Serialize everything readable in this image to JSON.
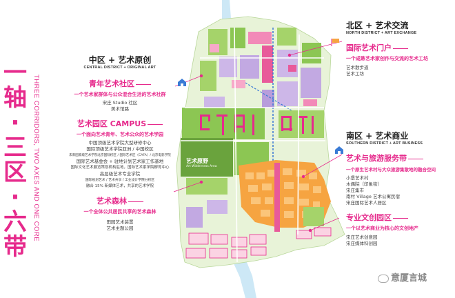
{
  "title_vertical": [
    "一",
    "轴",
    "·",
    "三",
    "区",
    "·",
    "六",
    "带"
  ],
  "subtitle_vertical": "THREE CORRIDORS, TWO AXES AND ONE CORE",
  "center": {
    "title": "中区 + 艺术原创",
    "subtitle": "CENTRAL DISTRICT + ORIGINAL ART",
    "sections": [
      {
        "name": "青年艺术社区",
        "tagline": "一个艺术家群体与公众混合生活的艺术社群",
        "items": [
          "宋庄 Studio 社区",
          "美术馆路"
        ]
      },
      {
        "name": "艺术园区 CAMPUS",
        "tagline": "一个面向艺术青年、艺术公众的艺术学园",
        "items": [
          "中国顶级艺术学院大型研修中心",
          "国际顶级艺术学院亚洲 / 中国校区",
          "未来国家级艺术学院北京国际校区 / 国际艺术区（CAFA）/ 北京电影学院",
          "国际艺术基金会 + 驻地计划艺术家工作基地",
          "国际文化艺术展览策划机构驻地，国际艺术家学院孵育中心",
          "高层级艺术专业学院",
          "国际规划艺术 / 艺术共享 / 工业设计学院分校区",
          "融合 15% 新媒体艺术，共享的艺术学院"
        ]
      },
      {
        "name": "艺术森林",
        "tagline": "一个全体公共居民共享的艺术森林",
        "items": [
          "田园艺术装置",
          "艺术主题公园"
        ]
      }
    ]
  },
  "north": {
    "title": "北区 + 艺术交流",
    "subtitle": "NORTH DISTRICT + ART EXCHANGE",
    "sections": [
      {
        "name": "国际艺术门户",
        "tagline": "一个成熟艺术家创作与交流的艺术工坊",
        "items": [
          "艺术散步道",
          "艺术工坊"
        ]
      }
    ]
  },
  "south": {
    "title": "南区 + 艺术商业",
    "subtitle": "SOUTHERN DISTRICT + ART BUSINESS",
    "sections": [
      {
        "name": "艺术与旅游服务带",
        "tagline": "一个原生艺术村与大众旅游集散地的融合空间",
        "items": [
          "小堡艺术村",
          "木偶院（印象街）",
          "宋庄集市",
          "南村 Village 艺术公寓民宿",
          "宋庄国际艺术人居区"
        ]
      },
      {
        "name": "专业文创园区",
        "tagline": "一个以艺术商业为核心的文创地产",
        "items": [
          "宋庄艺术创意园",
          "宋庄媒体科创园"
        ]
      }
    ]
  },
  "map_label": {
    "name": "艺术原野",
    "sub": "Art Wilderness Area"
  },
  "watermark": "意厦言城",
  "colors": {
    "accent": "#e62a8c",
    "green_light": "#a5d36a",
    "green_dark": "#6aa33d",
    "lavender": "#c9b5e6",
    "orange": "#f6a441",
    "river": "#c8e6f5"
  }
}
